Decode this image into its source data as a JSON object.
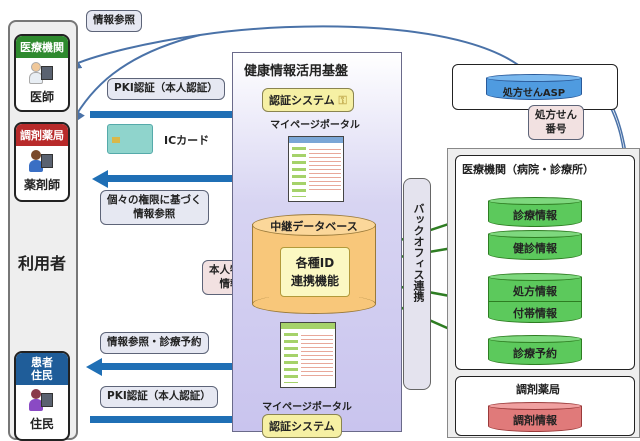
{
  "users_panel": {
    "title": "利用者",
    "roles": [
      {
        "header": "医療機関",
        "label": "医師",
        "header_color": "#2e8a2e"
      },
      {
        "header": "調剤薬局",
        "label": "薬剤師",
        "header_color": "#b82a2a"
      },
      {
        "header": "患者\n住民",
        "label": "住民",
        "header_color": "#1f5d99"
      }
    ]
  },
  "callouts": {
    "info_ref": "情報参照",
    "pki_top": "PKI認証（本人認証）",
    "ic_card": "ICカード",
    "permission_ref": "個々の権限に基づく\n情報参照",
    "personal_id": "本人特定\n情報",
    "info_ref_reserve": "情報参照・診療予約",
    "pki_bottom": "PKI認証（本人認証）",
    "prescription_no": "処方せん\n番号"
  },
  "platform": {
    "title": "健康情報活用基盤",
    "auth_system": "認証システム",
    "portal_top": "マイページポータル",
    "relay_db": "中継データベース",
    "id_function": "各種ID\n連携機能",
    "portal_bottom": "マイページポータル",
    "auth_system_bottom": "認証システム"
  },
  "backoffice": {
    "label": "バックオフィス連携"
  },
  "asp": {
    "label": "処方せんASP"
  },
  "hospital": {
    "title": "医療機関（病院・診療所）",
    "databases": [
      "診療情報",
      "健診情報",
      "処方情報",
      "付帯情報",
      "診療予約"
    ]
  },
  "pharmacy": {
    "title": "調剤薬局",
    "databases": [
      "調剤情報"
    ]
  },
  "colors": {
    "arrow_blue": "#1f6fb5",
    "link_green": "#2e7d22",
    "db_green": "#5cc95c",
    "db_red": "#e07a7a",
    "db_blue": "#4f9be0",
    "db_orange": "#f8c77a"
  }
}
